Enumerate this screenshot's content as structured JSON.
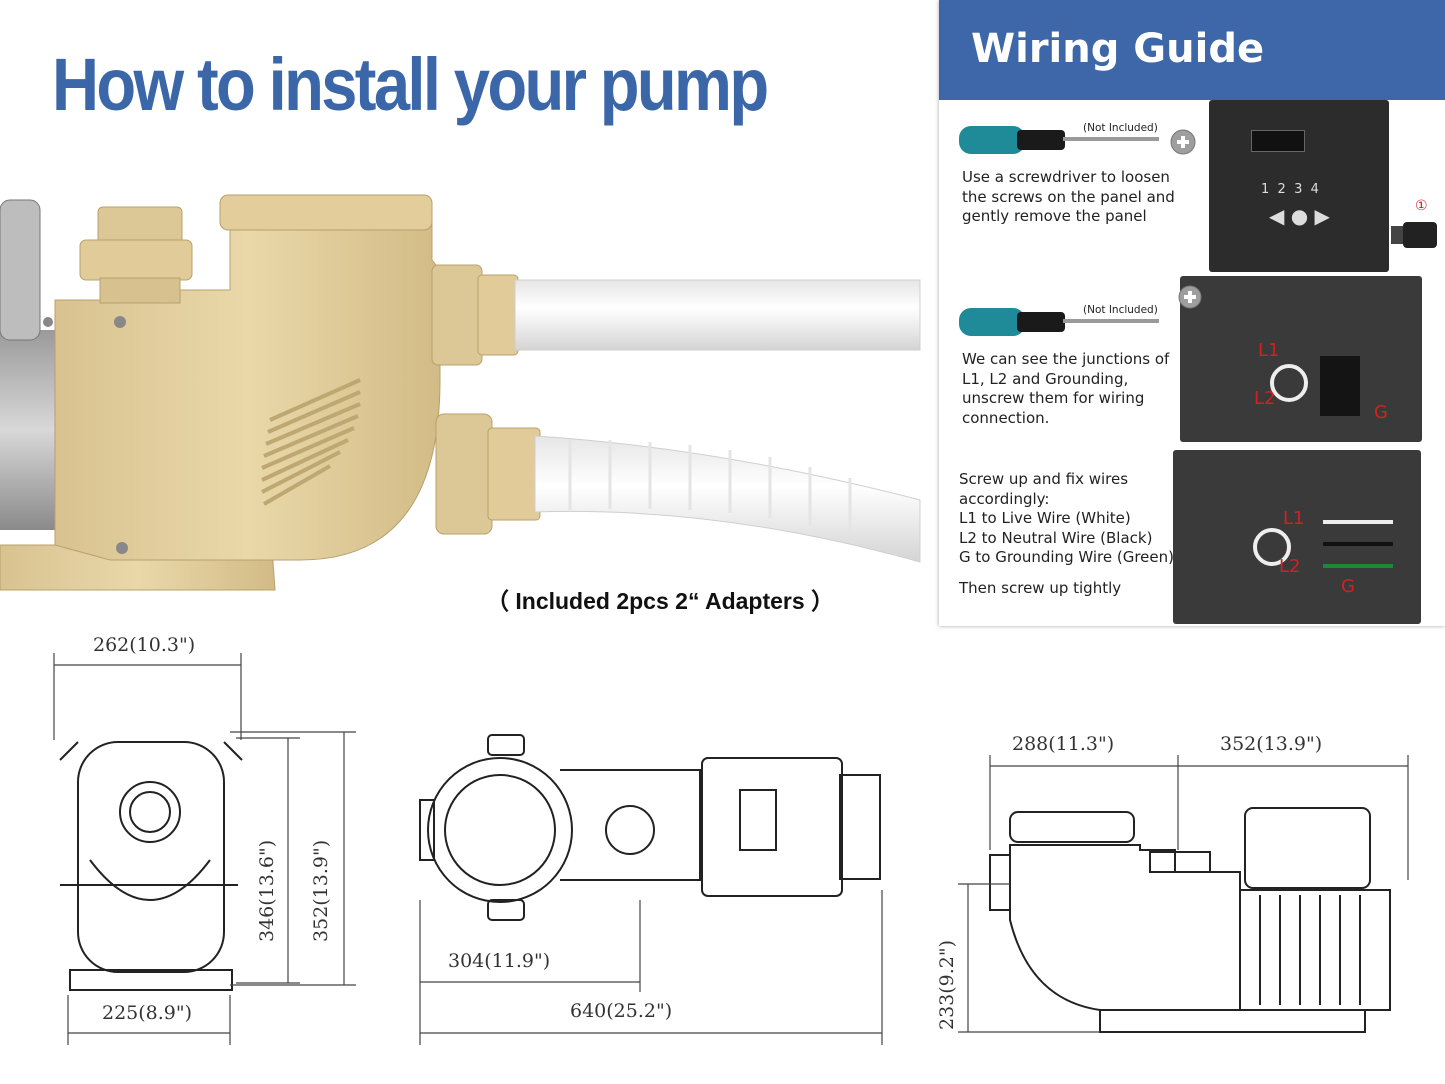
{
  "title": "How to install your pump",
  "adapters_caption": "（ Included 2pcs 2“ Adapters ）",
  "wiring_guide": {
    "heading": "Wiring Guide",
    "not_included": "(Not Included)",
    "step1": [
      "Use a screwdriver to loosen",
      "the screws on the panel and",
      "gently remove the panel"
    ],
    "step2": [
      "We can see the junctions of",
      "L1, L2 and Grounding,",
      "unscrew them for wiring",
      "connection."
    ],
    "step3": [
      "Screw up and fix wires",
      "accordingly:",
      "L1 to Live Wire (White)",
      "L2 to Neutral Wire (Black)",
      "G to Grounding Wire (Green)"
    ],
    "step3_final": "Then screw up tightly",
    "labels": {
      "l1": "L1",
      "l2": "L2",
      "g": "G",
      "marker": "①"
    }
  },
  "dimensions": {
    "front_width_top": "262(10.3\")",
    "front_height_inner": "346(13.6\")",
    "front_height_outer": "352(13.9\")",
    "front_base": "225(8.9\")",
    "top_partial": "304(11.9\")",
    "top_total": "640(25.2\")",
    "side_left": "288(11.3\")",
    "side_right": "352(13.9\")",
    "side_height": "233(9.2\")"
  },
  "colors": {
    "title_blue": "#3b67a8",
    "header_blue": "#3d67a8",
    "pump_tan": "#e3cf9f",
    "wire_red": "#d42020"
  }
}
